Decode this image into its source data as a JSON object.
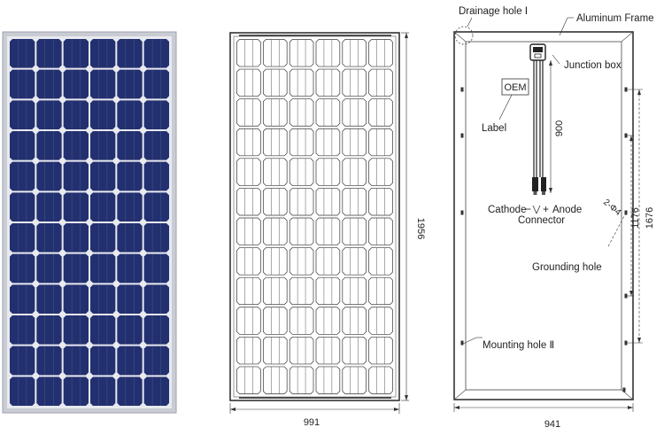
{
  "front_panel": {
    "cell_columns": 6,
    "cell_rows": 12,
    "frame_color": "#c9ccd3",
    "cell_color": "#23306f",
    "gap_color": "#e8eaf0"
  },
  "line_drawing": {
    "cell_columns": 6,
    "cell_rows": 12,
    "height_label": "1956",
    "width_label": "991"
  },
  "back_panel": {
    "drainage_hole": "Drainage hole Ⅰ",
    "aluminum_frame": "Aluminum Frame",
    "junction_box": "Junction box",
    "oem": "OEM",
    "label": "Label",
    "cable_length": "900",
    "cathode": "Cathode",
    "cathode_sign": "−",
    "anode": "Anode",
    "anode_sign": "+",
    "connector": "Connector",
    "hole_spec": "2-Φ4",
    "inner_spacing": "1176",
    "outer_spacing": "1676",
    "grounding_hole": "Grounding hole",
    "mounting_hole": "Mounting hole Ⅱ",
    "width_label": "941"
  }
}
